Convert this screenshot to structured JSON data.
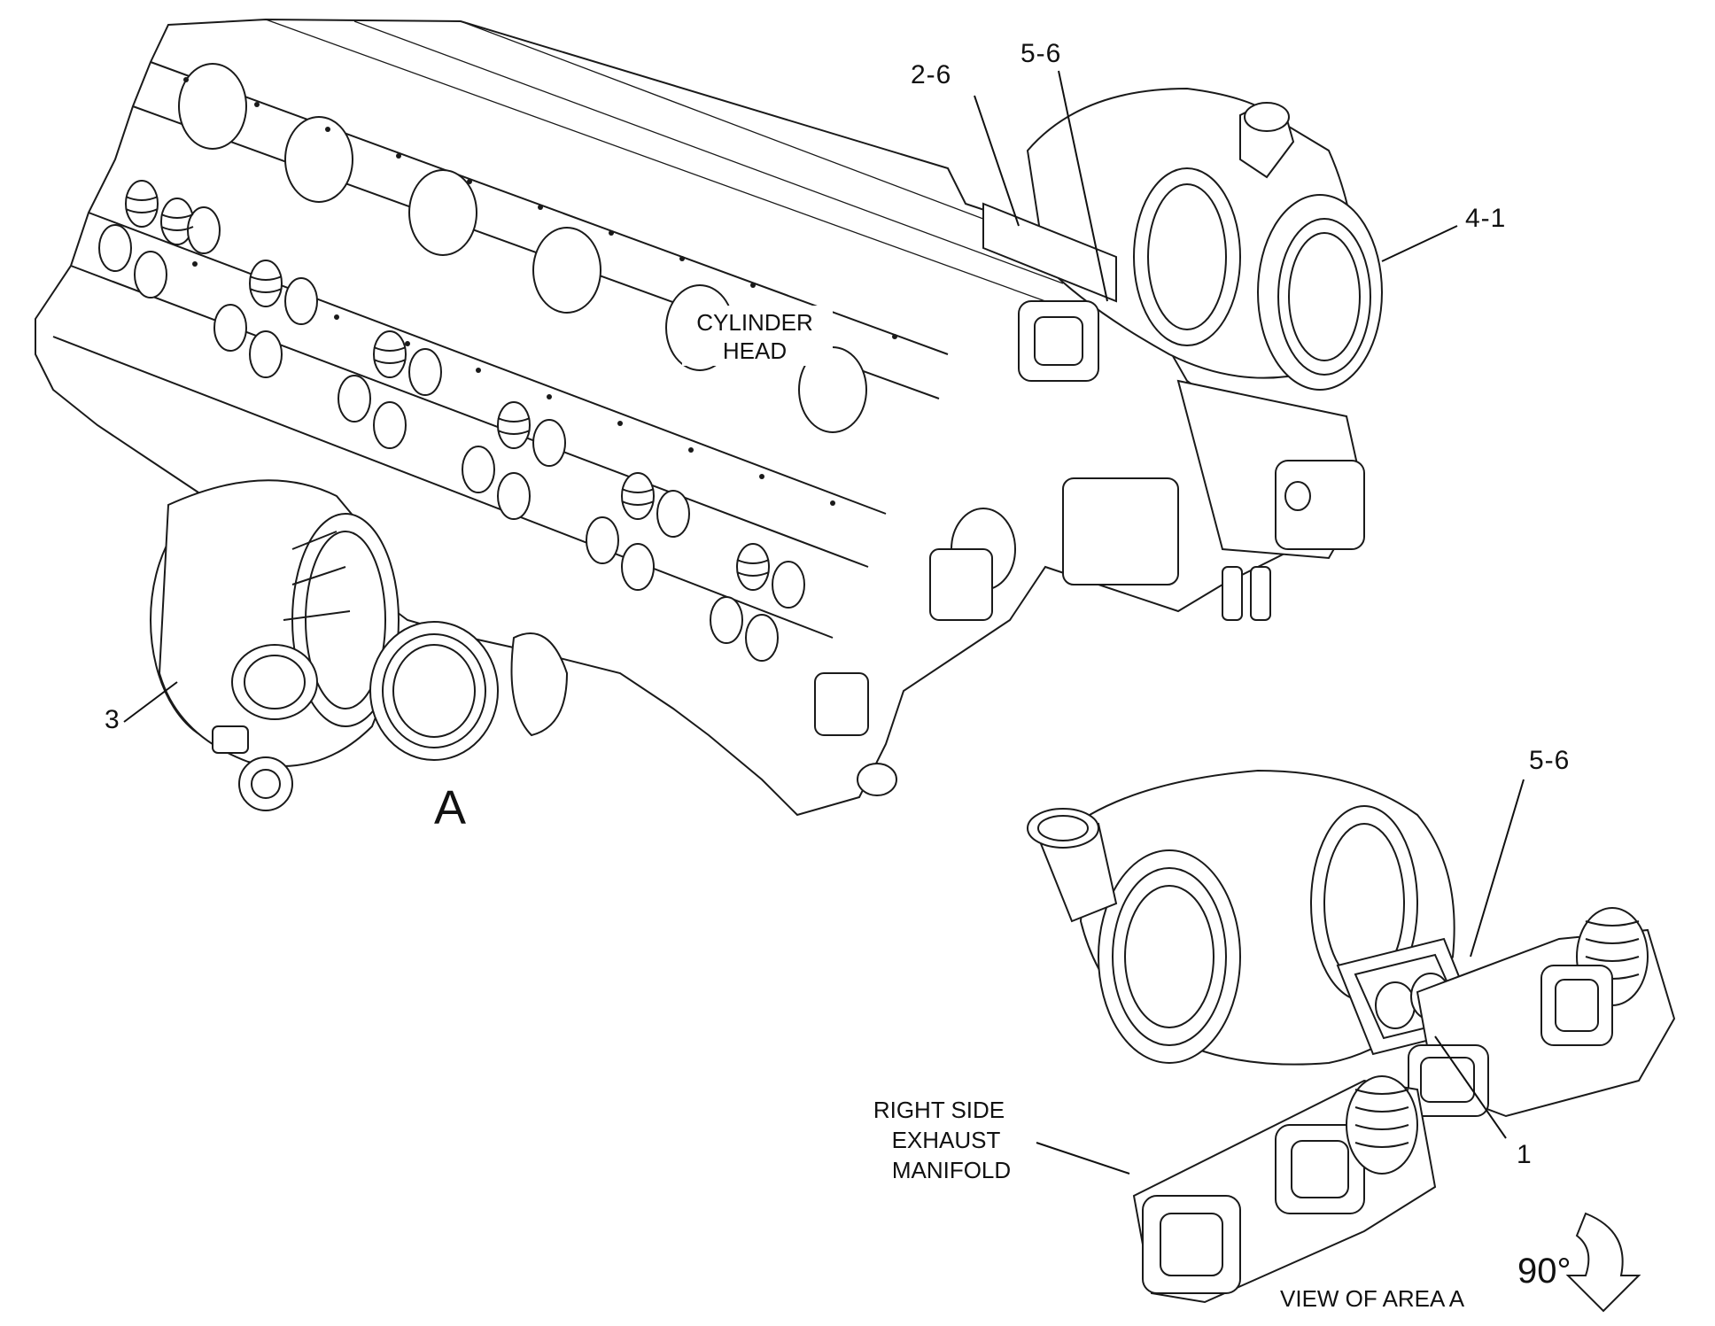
{
  "diagram": {
    "callouts": {
      "c26": "2-6",
      "c56_top": "5-6",
      "c41": "4-1",
      "c3": "3",
      "c56_bottom": "5-6",
      "c1": "1"
    },
    "view_marker": "A",
    "cylinder_head": [
      "CYLINDER",
      "HEAD"
    ],
    "exhaust_manifold": [
      "RIGHT SIDE",
      "EXHAUST",
      "MANIFOLD"
    ],
    "view_caption": "VIEW OF AREA A",
    "rotation": "90°"
  }
}
